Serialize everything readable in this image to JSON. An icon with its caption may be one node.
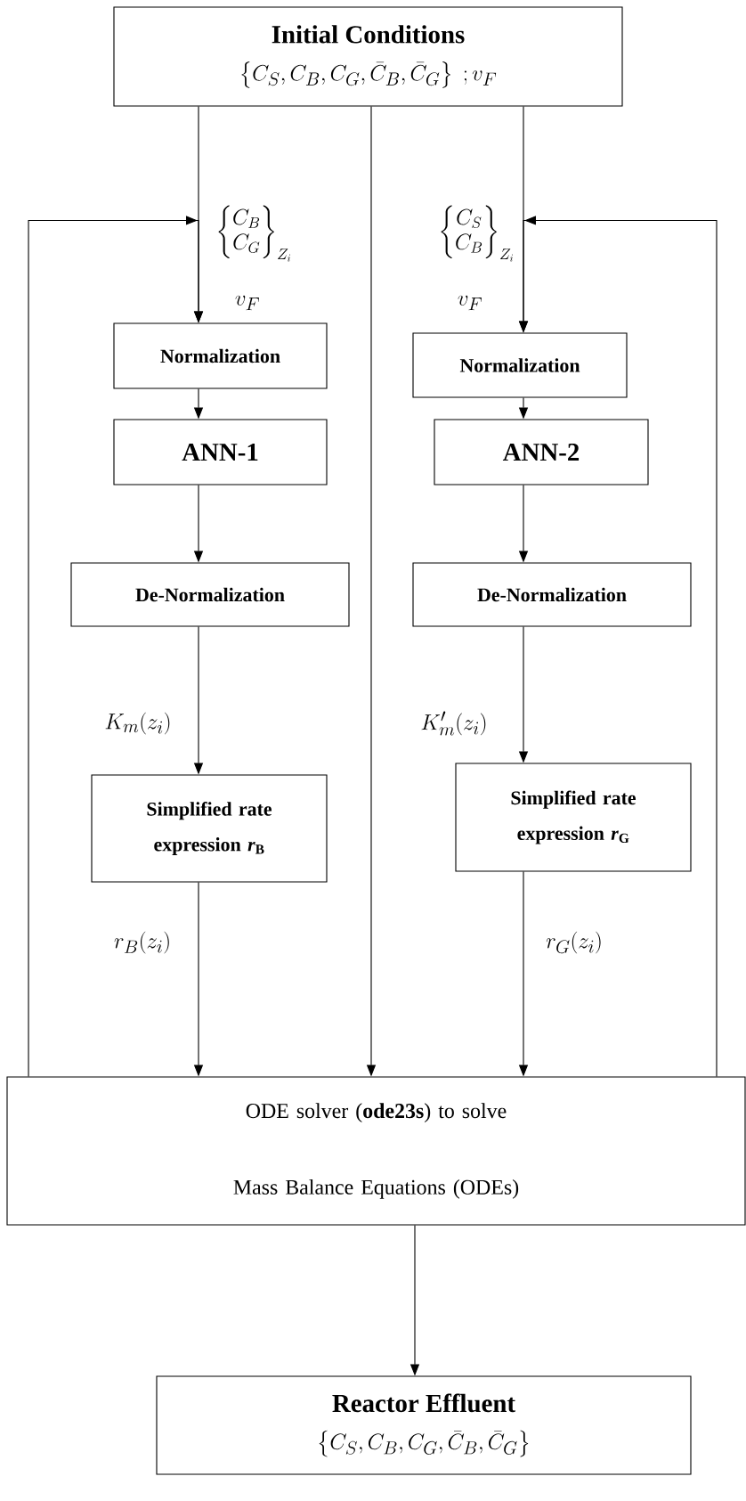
{
  "diagram": {
    "nodes": [
      {
        "text": [
          "Initial Conditions",
          "\\left\\{C_S,C_B,C_G,\\bar{C}_B,\\bar{C}_G\\right\\}\\;;v_F"
        ]
      },
      {
        "text": [
          "Normalization"
        ]
      },
      {
        "text": [
          "ANN-1"
        ]
      },
      {
        "text": [
          "De-Normalization"
        ]
      },
      {
        "text": [
          "Simplified rate expression *r*$_{B}$"
        ]
      },
      {
        "text": [
          "Normalization"
        ]
      },
      {
        "text": [
          "ANN-2"
        ]
      },
      {
        "text": [
          "De-Normalization"
        ]
      },
      {
        "text": [
          "Simplified rate expression *r*$_{G}$"
        ]
      },
      {
        "text": [
          "ODE solver (**ode23s**) to solve Mass Balance Equations (ODEs)"
        ]
      },
      {
        "text": [
          "Reactor Effluent",
          "\\left\\{C_S,C_B,C_G,\\bar{C}_B,\\bar{C}_G\\right\\}"
        ]
      }
    ],
    "edges": [
      {
        "from": 0,
        "to": 1,
        "arrow": "to",
        "label": "v_F"
      },
      {
        "from": 1,
        "to": 2,
        "arrow": "to"
      },
      {
        "from": 2,
        "to": 3,
        "arrow": "to"
      },
      {
        "from": 3,
        "to": 4,
        "arrow": "to",
        "label": "K_m(z_i)"
      },
      {
        "from": 4,
        "to": 9,
        "arrow": "to",
        "label": "r_B(z_i)"
      },
      {
        "from": 0,
        "to": 9,
        "arrow": "to"
      },
      {
        "from": 0,
        "to": 5,
        "arrow": "to",
        "label": "v_F"
      },
      {
        "from": 5,
        "to": 6,
        "arrow": "to"
      },
      {
        "from": 6,
        "to": 7,
        "arrow": "to"
      },
      {
        "from": 7,
        "to": 8,
        "arrow": "to",
        "label": "K'_m(z_i)"
      },
      {
        "from": 8,
        "to": 9,
        "arrow": "to",
        "label": "r_G(z_i)"
      },
      {
        "from": 9,
        "to": 1,
        "arrow": "to"
      },
      {
        "from": 9,
        "to": 5,
        "arrow": "to"
      },
      {
        "from": 9,
        "to": 10,
        "arrow": "to"
      }
    ],
    "labels": [
      "\\left\\{\\begin{matrix}C_B\\\\C_G\\end{matrix}\\right\\}_{Z_i}",
      "\\left\\{\\begin{matrix}C_S\\\\C_B\\end{matrix}\\right\\}_{Z_i}"
    ]
  }
}
